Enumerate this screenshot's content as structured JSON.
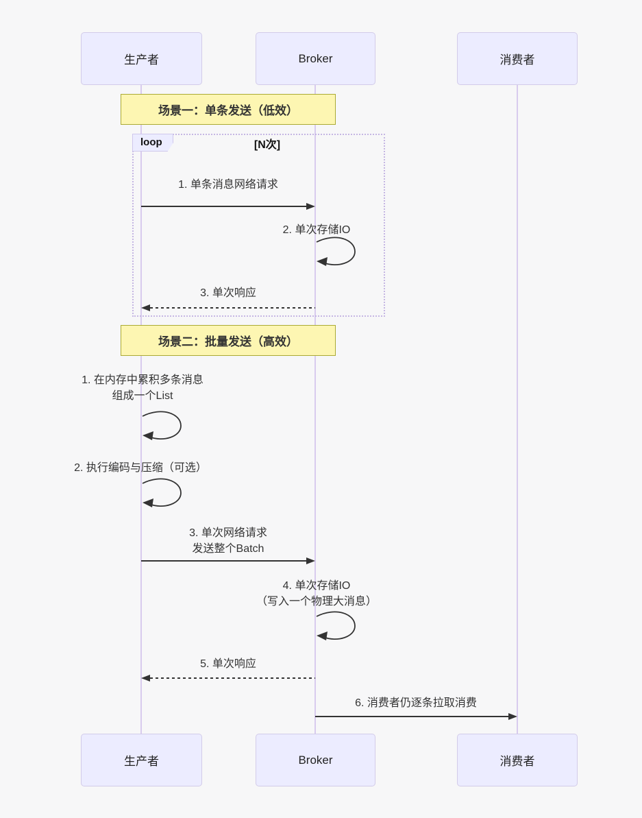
{
  "participants": [
    {
      "id": "producer",
      "label": "生产者"
    },
    {
      "id": "broker",
      "label": "Broker"
    },
    {
      "id": "consumer",
      "label": "消费者"
    }
  ],
  "notes": [
    {
      "label": "场景一：单条发送（低效）"
    },
    {
      "label": "场景二：批量发送（高效）"
    }
  ],
  "loop": {
    "label": "loop",
    "condition": "[N次]"
  },
  "messages": [
    {
      "text": "1. 单条消息网络请求",
      "type": "solid",
      "from": "producer",
      "to": "broker"
    },
    {
      "text": "2. 单次存储IO",
      "type": "self",
      "on": "broker"
    },
    {
      "text": "3. 单次响应",
      "type": "dashed",
      "from": "broker",
      "to": "producer"
    },
    {
      "line1": "1. 在内存中累积多条消息",
      "line2": "组成一个List",
      "type": "self",
      "on": "producer"
    },
    {
      "text": "2. 执行编码与压缩（可选）",
      "type": "self",
      "on": "producer"
    },
    {
      "line1": "3. 单次网络请求",
      "line2": "发送整个Batch",
      "type": "solid",
      "from": "producer",
      "to": "broker"
    },
    {
      "line1": "4. 单次存储IO",
      "line2": "（写入一个物理大消息）",
      "type": "self",
      "on": "broker"
    },
    {
      "text": "5. 单次响应",
      "type": "dashed",
      "from": "broker",
      "to": "producer"
    },
    {
      "text": "6. 消费者仍逐条拉取消费",
      "type": "solid",
      "from": "broker",
      "to": "consumer"
    }
  ],
  "colors": {
    "background": "#f7f7f8",
    "actor_fill": "#ececff",
    "actor_border": "#d2cbe9",
    "lifeline": "#d8cbee",
    "note_fill": "#fdf6b2",
    "note_border": "#aaaa33",
    "loop_border": "#c5b6e3",
    "arrow": "#333333",
    "text": "#333333"
  }
}
